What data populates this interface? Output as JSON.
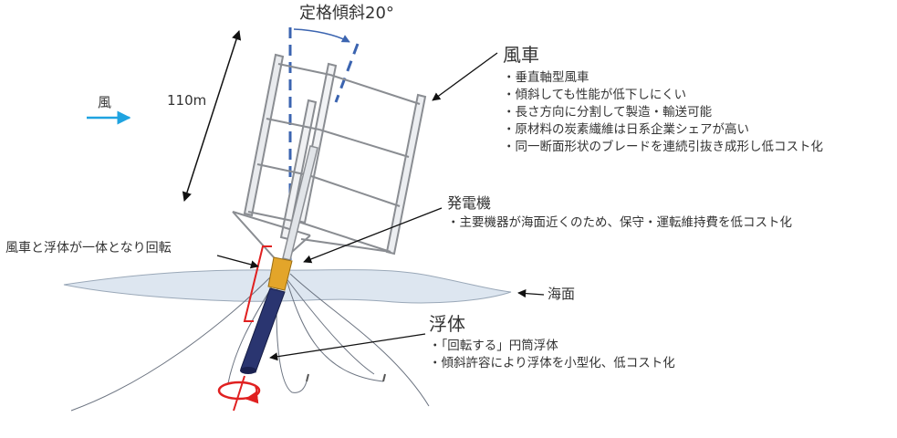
{
  "diagram": {
    "tilt_label": "定格傾斜20°",
    "wind_label": "風",
    "height_label": "110m",
    "rotation_label": "風車と浮体が一体となり回転",
    "sea_label": "海面",
    "windmill": {
      "title": "風車",
      "bullets": [
        "垂直軸型風車",
        "傾斜しても性能が低下しにくい",
        "長さ方向に分割して製造・輸送可能",
        "原材料の炭素繊維は日系企業シェアが高い",
        "同一断面形状のブレードを連続引抜き成形し低コスト化"
      ]
    },
    "generator": {
      "title": "発電機",
      "bullets": [
        "主要機器が海面近くのため、保守・運転維持費を低コスト化"
      ]
    },
    "float": {
      "title": "浮体",
      "bullets": [
        "「回転する」円筒浮体",
        "傾斜許容により浮体を小型化、低コスト化"
      ]
    },
    "colors": {
      "wind_arrow": "#1fa3e0",
      "axis_dash": "#3b64b0",
      "rotation_mark": "#e02020",
      "float_body": "#2a3570",
      "generator": "#e3a52a",
      "sea": "#dde6f0"
    }
  }
}
